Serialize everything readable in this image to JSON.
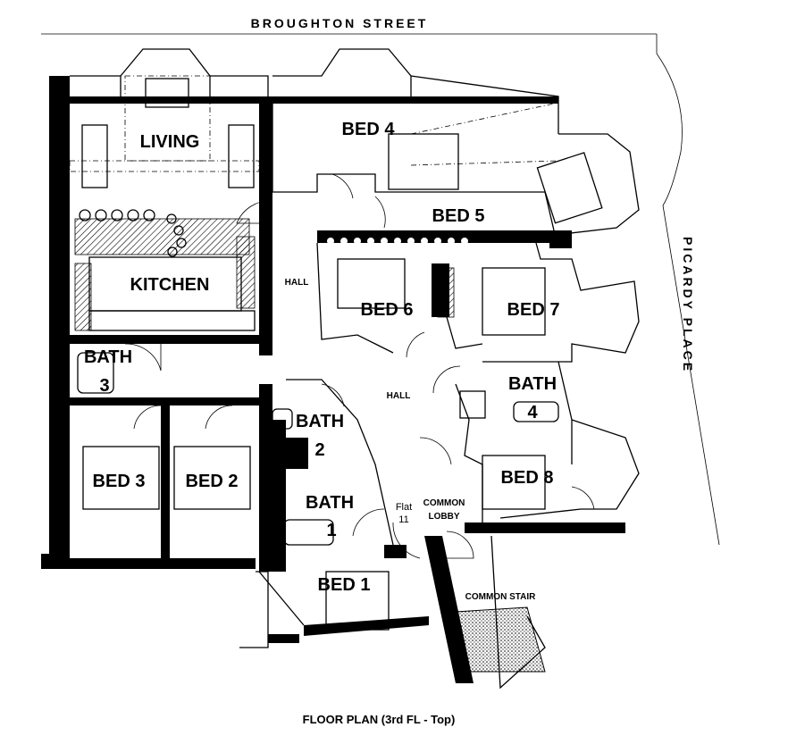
{
  "streets": {
    "top": "BROUGHTON STREET",
    "right": "PICARDY PLACE"
  },
  "rooms": {
    "living": "LIVING",
    "kitchen": "KITCHEN",
    "bed1": "BED 1",
    "bed2": "BED 2",
    "bed3": "BED 3",
    "bed4": "BED 4",
    "bed5": "BED 5",
    "bed6": "BED 6",
    "bed7": "BED 7",
    "bed8": "BED 8",
    "bath_label": "BATH",
    "bath1_num": "1",
    "bath2_num": "2",
    "bath3_num": "3",
    "bath4_num": "4",
    "hall_upper": "HALL",
    "hall_main": "HALL",
    "common_lobby_1": "COMMON",
    "common_lobby_2": "LOBBY",
    "common_stair": "COMMON STAIR",
    "flat_1": "Flat",
    "flat_2": "11"
  },
  "caption": "FLOOR PLAN (3rd FL - Top)"
}
